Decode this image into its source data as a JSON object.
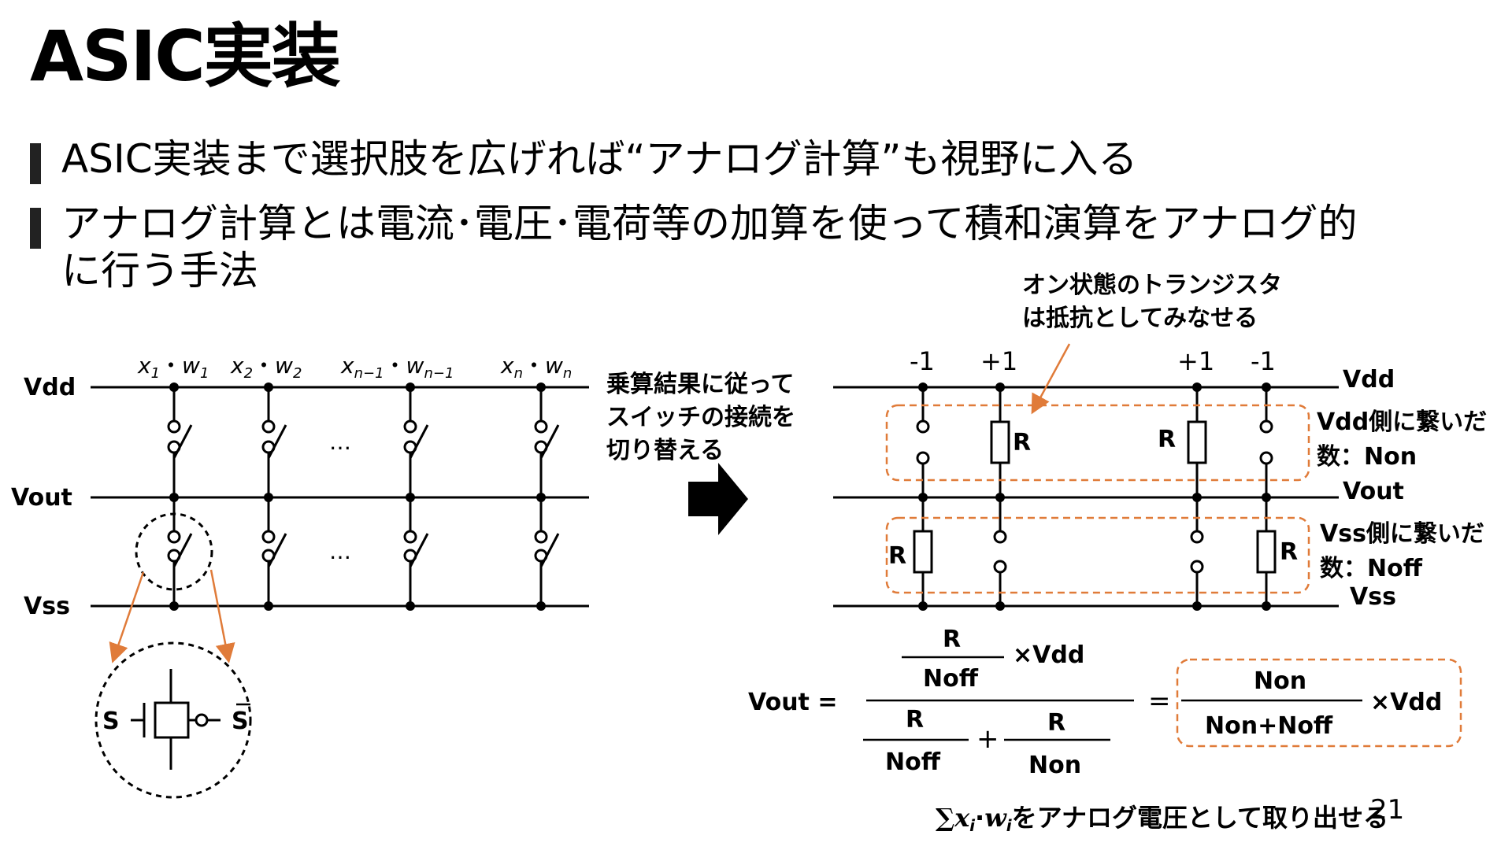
{
  "title": "ASIC実装",
  "bullets": [
    "ASIC実装まで選択肢を広げれば“アナログ計算”も視野に入る",
    "アナログ計算とは電流･電圧･電荷等の加算を使って積和演算をアナログ的",
    "に行う手法"
  ],
  "left_circuit": {
    "rails": [
      "Vdd",
      "Vout",
      "Vss"
    ],
    "inputs": [
      {
        "x": "x",
        "xs": "1",
        "w": "w",
        "ws": "1"
      },
      {
        "x": "x",
        "xs": "2",
        "w": "w",
        "ws": "2"
      },
      {
        "x": "x",
        "xs": "n−1",
        "w": "w",
        "ws": "n−1"
      },
      {
        "x": "x",
        "xs": "n",
        "w": "w",
        "ws": "n"
      }
    ],
    "dot": "・",
    "ellipsis": "…",
    "zoom_labels": {
      "s": "S",
      "sbar": "S"
    }
  },
  "arrow_text": [
    "乗算結果に従って",
    "スイッチの接続を",
    "切り替える"
  ],
  "right_circuit": {
    "note": [
      "オン状態のトランジスタ",
      "は抵抗としてみなせる"
    ],
    "weights": [
      "-1",
      "+1",
      "+1",
      "-1"
    ],
    "rails": [
      "Vdd",
      "Vout",
      "Vss"
    ],
    "resistor_label": "R",
    "top_box_text": [
      "Vdd側に繋いだ",
      "数：Non"
    ],
    "bottom_box_text": [
      "Vss側に繋いだ",
      "数：Noff"
    ]
  },
  "formula": {
    "lhs": "Vout =",
    "r": "R",
    "noff": "Noff",
    "non": "Non",
    "times_vdd": "×Vdd",
    "plus": "+",
    "eq": "=",
    "non_plus_noff": "Non+Noff"
  },
  "conclusion": {
    "sum": "∑",
    "x": "x",
    "i": "i",
    "dot": "·",
    "w": "w",
    "rest": "をアナログ電圧として取り出せる"
  },
  "page_number": "21",
  "colors": {
    "accent": "#E07B39",
    "line": "#000000"
  }
}
